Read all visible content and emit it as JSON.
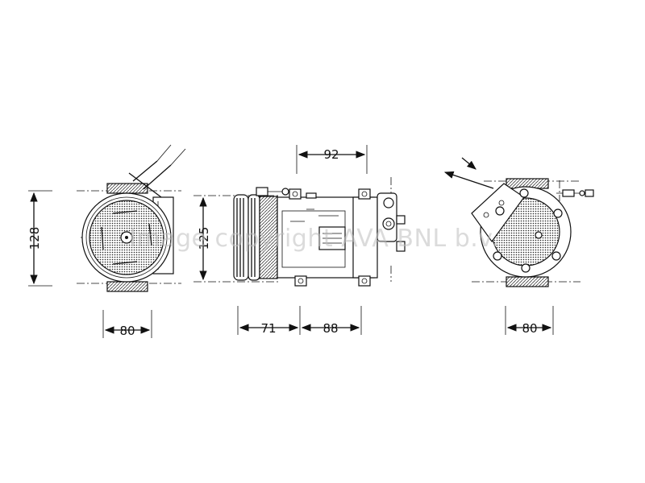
{
  "watermark": "Image copyright AVA BNL b.v.",
  "views": {
    "front": {
      "height_label": "128",
      "width_label": "80"
    },
    "side": {
      "top_label": "92",
      "height_label": "125",
      "left_label": "71",
      "right_label": "88"
    },
    "rear": {
      "width_label": "80"
    }
  }
}
